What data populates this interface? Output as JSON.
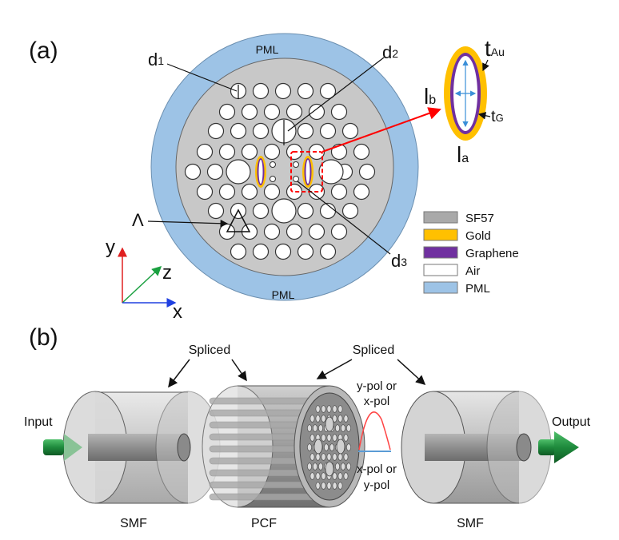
{
  "panel_a": {
    "label": "(a)",
    "pml_top": "PML",
    "pml_bottom": "PML",
    "annotations": {
      "d1": "d",
      "d1_sub": "1",
      "d2": "d",
      "d2_sub": "2",
      "d3": "d",
      "d3_sub": "3",
      "pitch": "Λ"
    },
    "inset": {
      "lb": "l",
      "lb_sub": "b",
      "la": "l",
      "la_sub": "a",
      "tAu": "t",
      "tAu_sub": "Au",
      "tG": "t",
      "tG_sub": "G"
    },
    "axes": {
      "x": "x",
      "y": "y",
      "z": "z"
    },
    "legend": [
      {
        "label": "SF57",
        "color": "#a9a9a9"
      },
      {
        "label": "Gold",
        "color": "#ffc000"
      },
      {
        "label": "Graphene",
        "color": "#7030a0"
      },
      {
        "label": "Air",
        "color": "#ffffff"
      },
      {
        "label": "PML",
        "color": "#9dc3e6"
      }
    ],
    "colors": {
      "cladding": "#c8c8c8",
      "pml": "#9dc3e6",
      "gold": "#ffc000",
      "graphene": "#7030a0",
      "callout": "#ff0000"
    }
  },
  "panel_b": {
    "label": "(b)",
    "spliced_left": "Spliced",
    "spliced_right": "Spliced",
    "input": "Input",
    "output": "Output",
    "smf_left": "SMF",
    "pcf": "PCF",
    "smf_right": "SMF",
    "pol_top_1": "y-pol or",
    "pol_top_2": "x-pol",
    "pol_bottom_1": "x-pol or",
    "pol_bottom_2": "y-pol",
    "colors": {
      "arrow_green": "#1e8a3c",
      "peak_red": "#ff4444",
      "baseline_blue": "#5b9bd5"
    }
  }
}
